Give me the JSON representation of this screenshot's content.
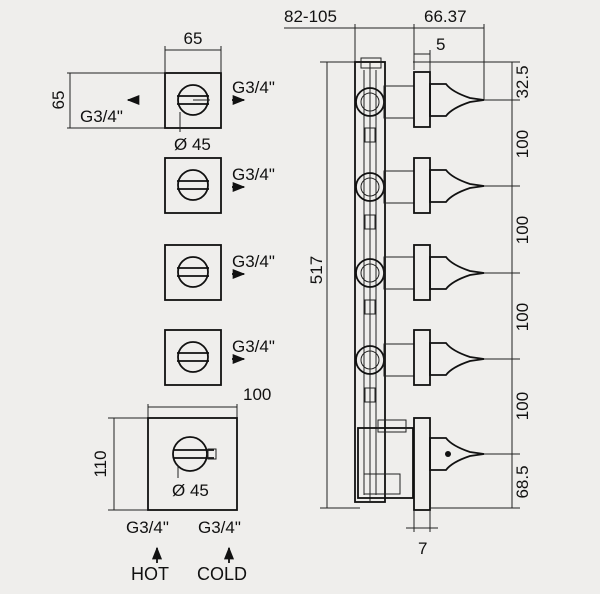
{
  "front_view": {
    "top_width": "65",
    "top_height": "65",
    "left_outlet": "G3/4\"",
    "right_outlets": [
      "G3/4\"",
      "G3/4\"",
      "G3/4\"",
      "G3/4\""
    ],
    "top_diameter": "Ø 45",
    "bottom_width": "100",
    "bottom_height": "110",
    "bottom_diameter": "Ø 45",
    "bottom_outlets": [
      "G3/4\"",
      "G3/4\""
    ],
    "hot_label": "HOT",
    "cold_label": "COLD"
  },
  "side_view": {
    "depth_range": "82-105",
    "projection": "66.37",
    "plate_offset": "5",
    "total_height": "517",
    "spacings": [
      "32.5",
      "100",
      "100",
      "100",
      "100",
      "68.5"
    ],
    "bottom_dim": "7"
  }
}
